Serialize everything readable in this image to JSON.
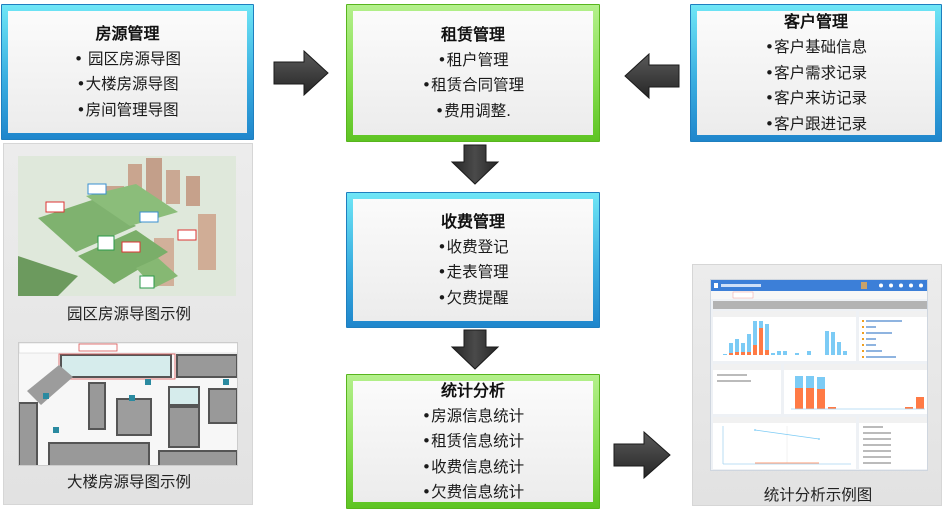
{
  "modules": {
    "housing": {
      "title": "房源管理",
      "items": [
        "• 园区房源导图",
        "•大楼房源导图",
        "•房间管理导图"
      ]
    },
    "leasing": {
      "title": "租赁管理",
      "items": [
        "•租户管理",
        "•租赁合同管理",
        "•费用调整."
      ]
    },
    "customer": {
      "title": "客户管理",
      "items": [
        "•客户基础信息",
        "•客户需求记录",
        "•客户来访记录",
        "•客户跟进记录"
      ]
    },
    "billing": {
      "title": "收费管理",
      "items": [
        "•收费登记",
        "•走表管理",
        "•欠费提醒"
      ]
    },
    "statistics": {
      "title": "统计分析",
      "items": [
        "•房源信息统计",
        "•租赁信息统计",
        "•收费信息统计",
        "•欠费信息统计"
      ]
    }
  },
  "examples": {
    "park_map_caption": "园区房源导图示例",
    "building_map_caption": "大楼房源导图示例",
    "stats_caption": "统计分析示例图"
  },
  "arrows": [
    {
      "from": "housing",
      "to": "leasing",
      "direction": "right"
    },
    {
      "from": "customer",
      "to": "leasing",
      "direction": "left"
    },
    {
      "from": "leasing",
      "to": "billing",
      "direction": "down"
    },
    {
      "from": "billing",
      "to": "statistics",
      "direction": "down"
    },
    {
      "from": "statistics",
      "to": "stats-example",
      "direction": "right"
    }
  ],
  "colors": {
    "blue_frame": "#3aaee0",
    "green_frame": "#86de50",
    "arrow": "#3a3a3a",
    "chart_orange": "#ff7a45",
    "chart_blue": "#7ccbf5",
    "dash_header": "#3c7fd8"
  }
}
